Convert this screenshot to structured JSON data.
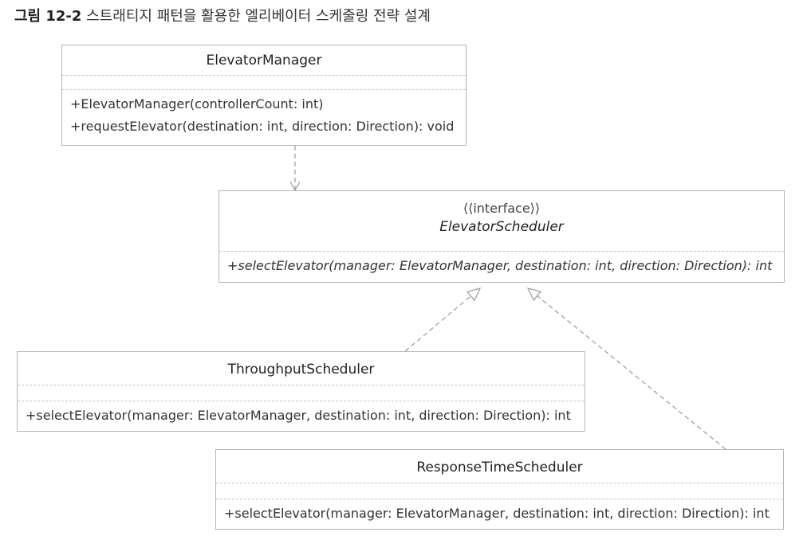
{
  "caption": {
    "number": "그림 12-2",
    "title": "스트래티지 패턴을 활용한 엘리베이터 스케줄링 전략 설계"
  },
  "classes": {
    "elevator_manager": {
      "name": "ElevatorManager",
      "operations": [
        "+ElevatorManager(controllerCount: int)",
        "+requestElevator(destination: int, direction: Direction): void"
      ]
    },
    "elevator_scheduler": {
      "stereotype": "⟨⟨interface⟩⟩",
      "name": "ElevatorScheduler",
      "operations": [
        "+selectElevator(manager: ElevatorManager, destination: int, direction: Direction): int"
      ]
    },
    "throughput_scheduler": {
      "name": "ThroughputScheduler",
      "operations": [
        "+selectElevator(manager: ElevatorManager, destination: int, direction: Direction): int"
      ]
    },
    "response_time_scheduler": {
      "name": "ResponseTimeScheduler",
      "operations": [
        "+selectElevator(manager: ElevatorManager, destination: int, direction: Direction): int"
      ]
    }
  },
  "colors": {
    "border": "#b5b5b5",
    "connector": "#9a9a9a"
  }
}
